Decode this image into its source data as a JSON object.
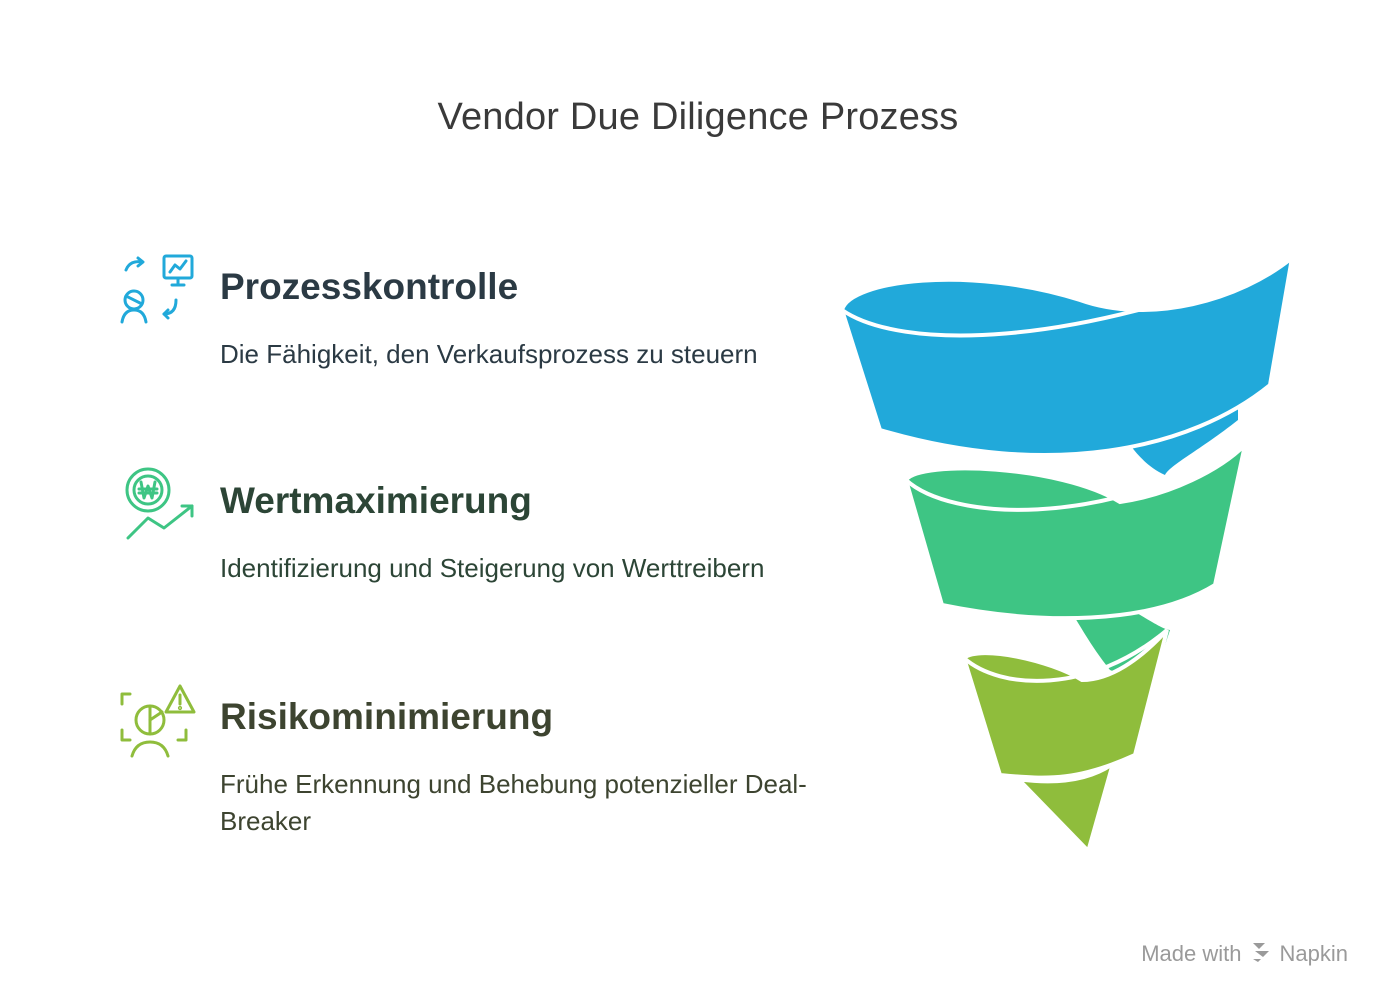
{
  "title": "Vendor Due Diligence Prozess",
  "colors": {
    "blue": "#21a9da",
    "green": "#3ec584",
    "lime": "#8fbd3c"
  },
  "items": [
    {
      "icon": "process-control-icon",
      "heading": "Prozesskontrolle",
      "description": "Die Fähigkeit, den Verkaufsprozess zu steuern"
    },
    {
      "icon": "value-growth-icon",
      "heading": "Wertmaximierung",
      "description": "Identifizierung und Steigerung von Werttreibern"
    },
    {
      "icon": "risk-warning-icon",
      "heading": "Risikominimierung",
      "description": "Frühe Erkennung und Behebung potenzieller Deal-Breaker"
    }
  ],
  "watermark": {
    "made_with": "Made with",
    "brand": "Napkin"
  }
}
